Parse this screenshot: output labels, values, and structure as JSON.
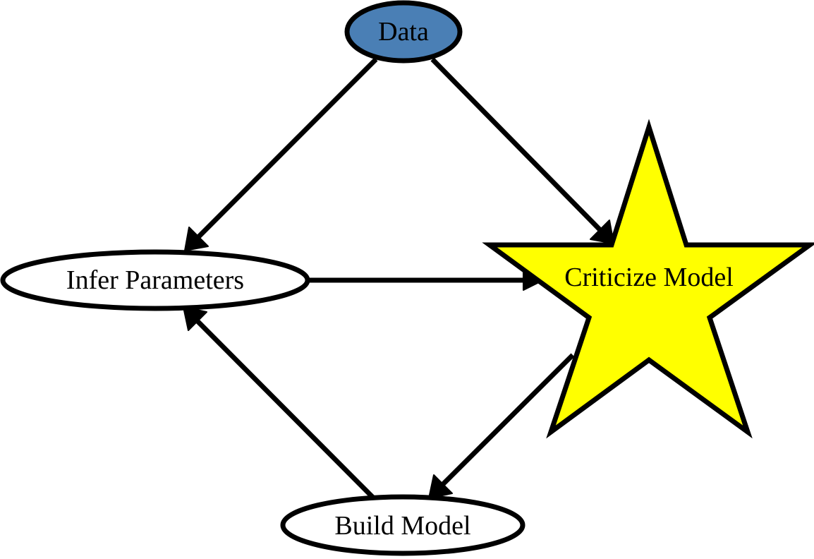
{
  "diagram": {
    "nodes": {
      "data": {
        "label": "Data",
        "shape": "ellipse",
        "fill": "#4a7fb5"
      },
      "infer_parameters": {
        "label": "Infer Parameters",
        "shape": "ellipse",
        "fill": "#ffffff"
      },
      "criticize_model": {
        "label": "Criticize Model",
        "shape": "star",
        "fill": "#ffff00"
      },
      "build_model": {
        "label": "Build Model",
        "shape": "ellipse",
        "fill": "#ffffff"
      }
    },
    "edges": [
      {
        "from": "Data",
        "to": "Infer Parameters"
      },
      {
        "from": "Data",
        "to": "Criticize Model"
      },
      {
        "from": "Infer Parameters",
        "to": "Criticize Model"
      },
      {
        "from": "Criticize Model",
        "to": "Build Model"
      },
      {
        "from": "Build Model",
        "to": "Infer Parameters"
      }
    ],
    "colors": {
      "stroke": "#000000",
      "data_fill": "#4a7fb5",
      "star_fill": "#ffff00",
      "background": "#ffffff"
    }
  }
}
